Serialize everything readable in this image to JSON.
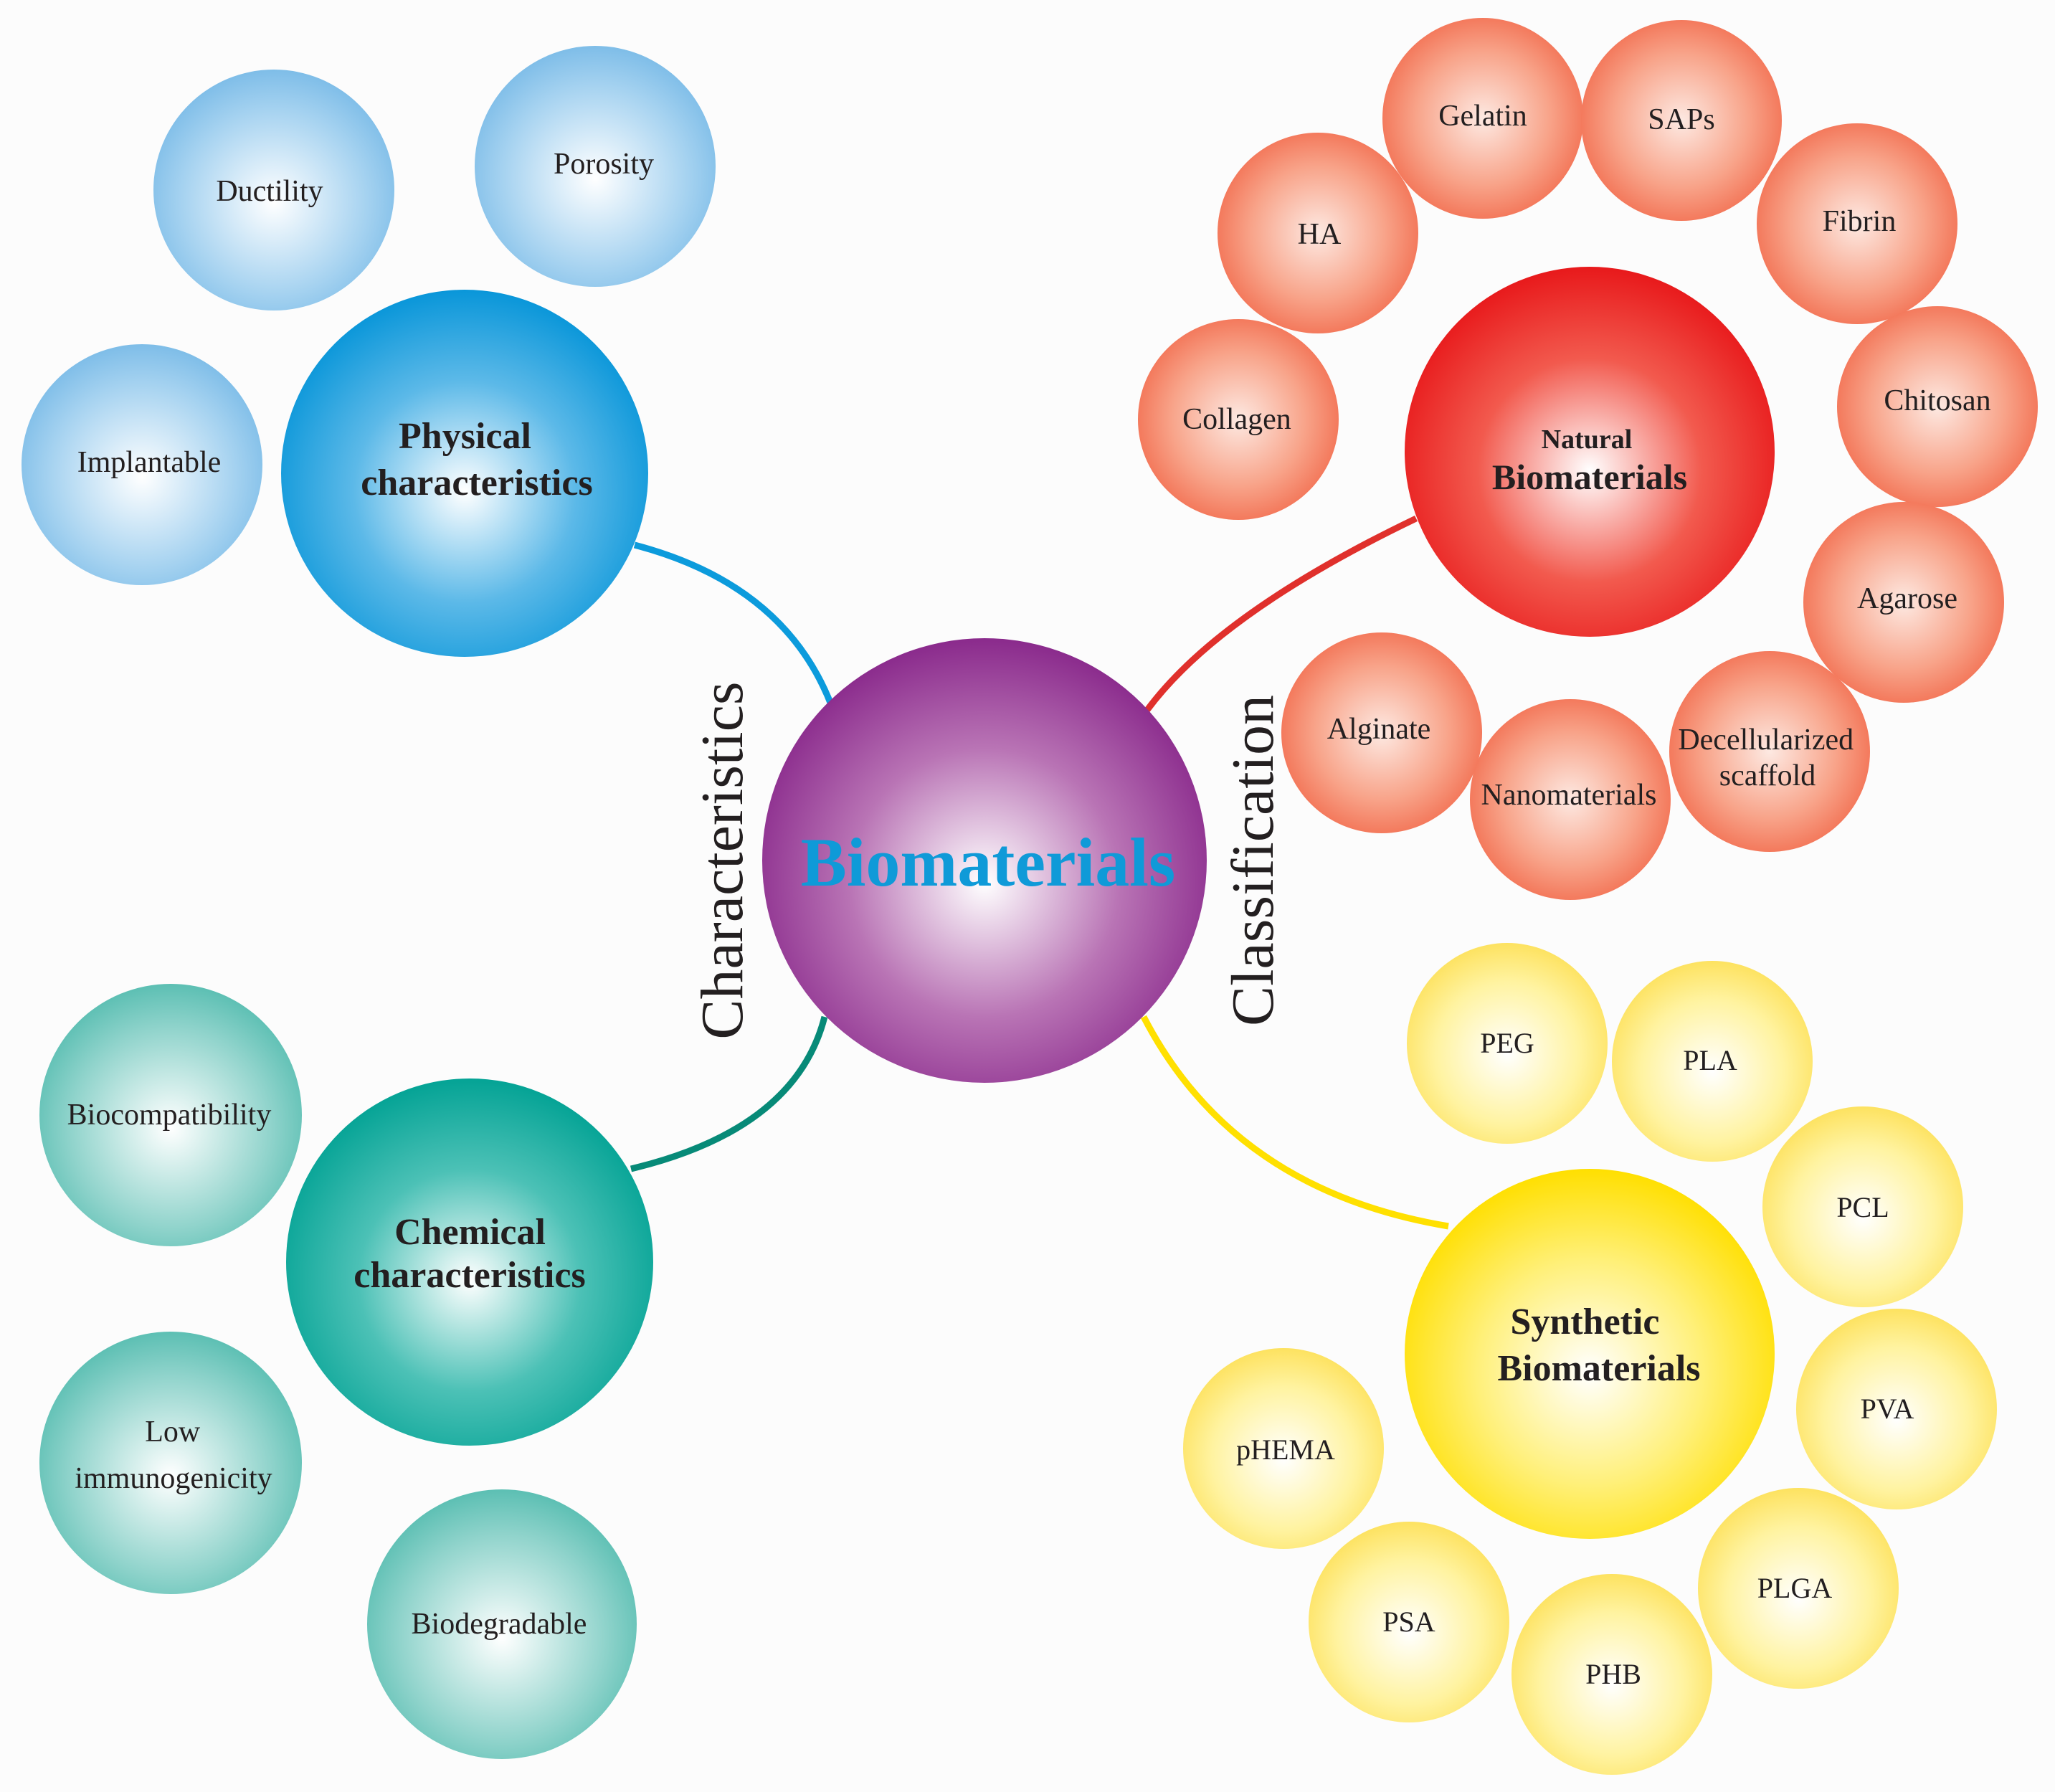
{
  "center": {
    "label": "Biomaterials",
    "text_color": "#0f9ad8"
  },
  "branch_labels": {
    "left": "Characteristics",
    "right": "Classification"
  },
  "groups": {
    "physical": {
      "hub": [
        "Physical",
        "characteristics"
      ],
      "color": "#0c9bdc",
      "leaves": [
        [
          "Ductility"
        ],
        [
          "Porosity"
        ],
        [
          "Implantable"
        ]
      ]
    },
    "chemical": {
      "hub": [
        "Chemical",
        "characteristics"
      ],
      "color": "#0aa89b",
      "leaves": [
        [
          "Biocompatibility"
        ],
        [
          "Low",
          "immunogenicity"
        ],
        [
          "Biodegradable"
        ]
      ]
    },
    "natural": {
      "hub": [
        "Natural",
        "Biomaterials"
      ],
      "color": "#ee1c1c",
      "leaves": [
        [
          "Collagen"
        ],
        [
          "HA"
        ],
        [
          "Gelatin"
        ],
        [
          "SAPs"
        ],
        [
          "Fibrin"
        ],
        [
          "Chitosan"
        ],
        [
          "Agarose"
        ],
        [
          "Decellularized",
          "scaffold"
        ],
        [
          "Nanomaterials"
        ],
        [
          "Alginate"
        ]
      ]
    },
    "synthetic": {
      "hub": [
        "Synthetic",
        "Biomaterials"
      ],
      "color": "#ffe000",
      "leaves": [
        [
          "PEG"
        ],
        [
          "PLA"
        ],
        [
          "PCL"
        ],
        [
          "PVA"
        ],
        [
          "PLGA"
        ],
        [
          "PHB"
        ],
        [
          "PSA"
        ],
        [
          "pHEMA"
        ]
      ]
    }
  }
}
